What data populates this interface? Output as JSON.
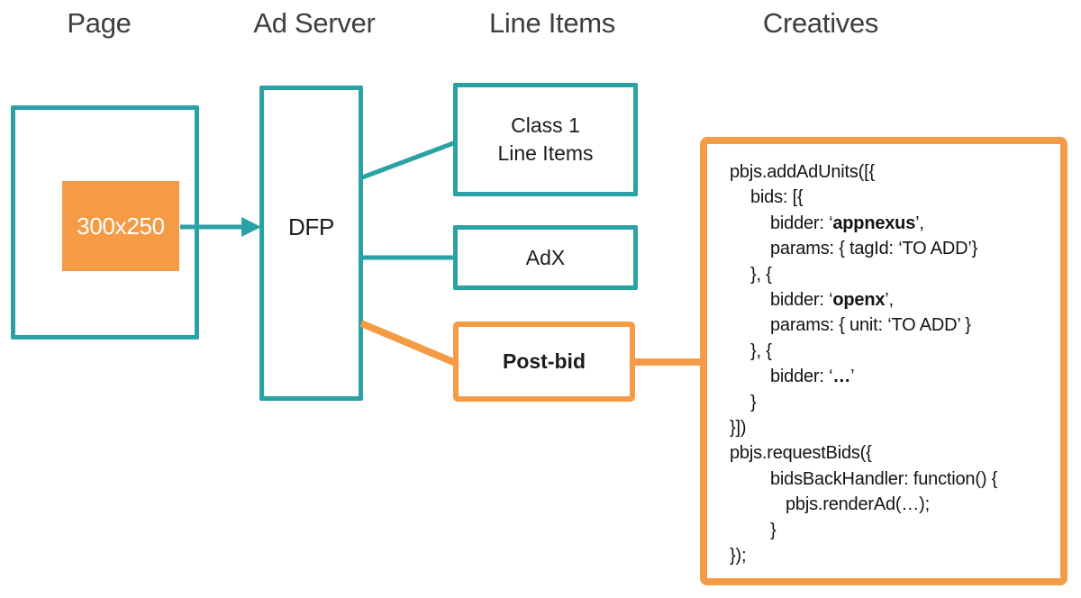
{
  "colors": {
    "teal": "#2AA1A5",
    "orange": "#F59B45",
    "header_text": "#3E3E3E",
    "label_text": "#1C1C1C",
    "code_text": "#141414",
    "white": "#FFFFFF"
  },
  "headers": [
    {
      "label": "Page"
    },
    {
      "label": "Ad Server"
    },
    {
      "label": "Line Items"
    },
    {
      "label": "Creatives"
    }
  ],
  "page_column": {
    "ad_slot_label": "300x250"
  },
  "ad_server_column": {
    "dfp_label": "DFP"
  },
  "line_items_column": {
    "class1_line1": "Class 1",
    "class1_line2": "Line Items",
    "adx_label": "AdX",
    "postbid_label": "Post-bid"
  },
  "creatives_column": {
    "code_lines": [
      {
        "indent": 0,
        "segments": [
          {
            "text": "pbjs.addAdUnits([{",
            "bold": false
          }
        ]
      },
      {
        "indent": 23,
        "segments": [
          {
            "text": "bids: [{",
            "bold": false
          }
        ]
      },
      {
        "indent": 45,
        "segments": [
          {
            "text": "bidder: ‘",
            "bold": false
          },
          {
            "text": "appnexus",
            "bold": true
          },
          {
            "text": "’,",
            "bold": false
          }
        ]
      },
      {
        "indent": 45,
        "segments": [
          {
            "text": "params: { tagId: ‘TO ADD’}",
            "bold": false
          }
        ]
      },
      {
        "indent": 23,
        "segments": [
          {
            "text": "}, {",
            "bold": false
          }
        ]
      },
      {
        "indent": 45,
        "segments": [
          {
            "text": "bidder: ‘",
            "bold": false
          },
          {
            "text": "openx",
            "bold": true
          },
          {
            "text": "’,",
            "bold": false
          }
        ]
      },
      {
        "indent": 45,
        "segments": [
          {
            "text": "params: { unit: ‘TO ADD’ }",
            "bold": false
          }
        ]
      },
      {
        "indent": 23,
        "segments": [
          {
            "text": "}, {",
            "bold": false
          }
        ]
      },
      {
        "indent": 45,
        "segments": [
          {
            "text": "bidder: ‘",
            "bold": false
          },
          {
            "text": "…",
            "bold": true
          },
          {
            "text": "’",
            "bold": false
          }
        ]
      },
      {
        "indent": 23,
        "segments": [
          {
            "text": "}",
            "bold": false
          }
        ]
      },
      {
        "indent": 0,
        "segments": [
          {
            "text": "}])",
            "bold": false
          }
        ]
      },
      {
        "indent": 0,
        "segments": [
          {
            "text": "pbjs.requestBids({",
            "bold": false
          }
        ]
      },
      {
        "indent": 45,
        "segments": [
          {
            "text": "bidsBackHandler: function() {",
            "bold": false
          }
        ]
      },
      {
        "indent": 62,
        "segments": [
          {
            "text": "pbjs.renderAd(…);",
            "bold": false
          }
        ]
      },
      {
        "indent": 45,
        "segments": [
          {
            "text": "}",
            "bold": false
          }
        ]
      },
      {
        "indent": 0,
        "segments": [
          {
            "text": "});",
            "bold": false
          }
        ]
      }
    ]
  }
}
